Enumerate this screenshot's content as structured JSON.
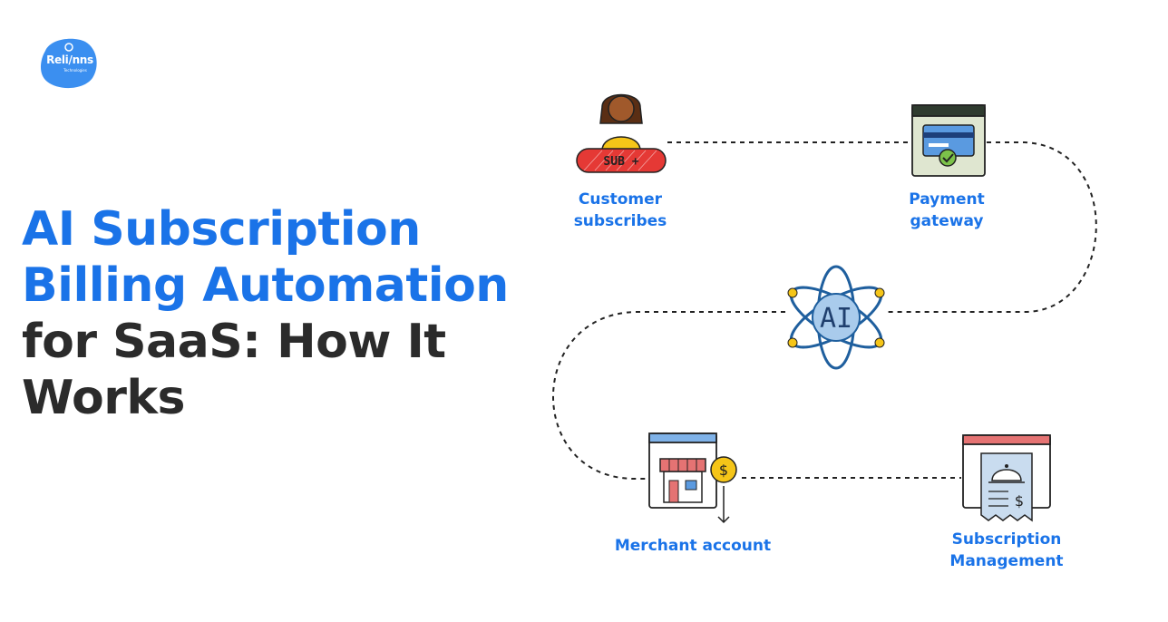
{
  "brand": {
    "logo_text": "Reli/nns",
    "logo_subtext": "Technologies",
    "logo_color": "#3b8ff0"
  },
  "title": {
    "line1": "AI Subscription",
    "line2": "Billing Automation",
    "line3": "for SaaS: How It",
    "line4": "Works",
    "accent_color": "#1a73e8",
    "dark_color": "#2b2b2b"
  },
  "nodes": {
    "customer": {
      "label_line1": "Customer",
      "label_line2": "subscribes",
      "badge_text": "SUB +",
      "icon": "person-subscribe-icon"
    },
    "payment": {
      "label_line1": "Payment",
      "label_line2": "gateway",
      "icon": "payment-card-icon"
    },
    "ai": {
      "center_text": "AI",
      "icon": "ai-atom-icon"
    },
    "merchant": {
      "label": "Merchant account",
      "coin_text": "$",
      "icon": "merchant-store-icon"
    },
    "subscription": {
      "label_line1": "Subscription",
      "label_line2": "Management",
      "receipt_text": "$",
      "icon": "subscription-receipt-icon"
    }
  }
}
